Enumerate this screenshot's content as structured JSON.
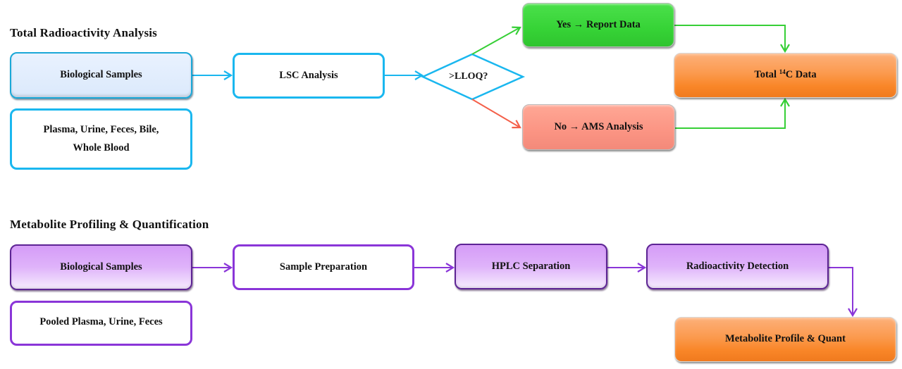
{
  "sections": {
    "total": {
      "title": "Total Radioactivity Analysis",
      "samples_box": "Biological Samples",
      "sample_types_line1": "Plasma, Urine, Feces, Bile,",
      "sample_types_line2": "Whole Blood",
      "lsc_box": "LSC Analysis",
      "decision": ">LLOQ?",
      "yes_box": "Yes → Report Data",
      "no_box": "No → AMS Analysis",
      "result_prefix": "Total ",
      "result_superscript": "14",
      "result_suffix": "C Data"
    },
    "metabolite": {
      "title": "Metabolite Profiling & Quantification",
      "samples_box": "Biological Samples",
      "sample_types": "Pooled Plasma, Urine, Feces",
      "prep_box": "Sample Preparation",
      "hplc_box": "HPLC Separation",
      "detection_box": "Radioactivity Detection",
      "result_box": "Metabolite Profile & Quant"
    }
  },
  "colors": {
    "blue_flow": "#1ab7ef",
    "purple_flow": "#8a35d8",
    "yes_green": "#36d336",
    "no_red": "#f4604a",
    "result_orange": "#f98628",
    "no_box_salmon": "#fb9483"
  }
}
